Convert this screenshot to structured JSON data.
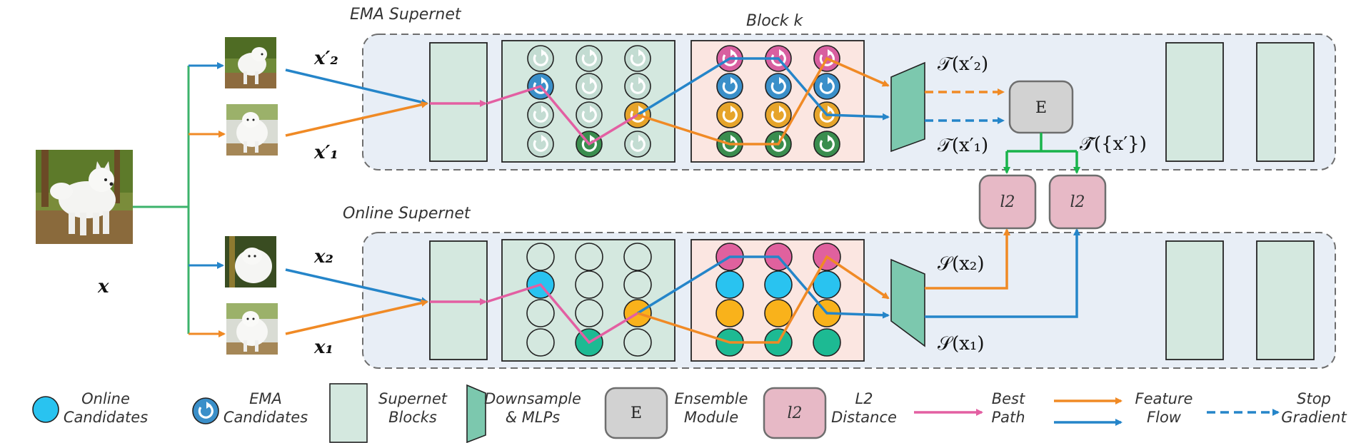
{
  "titles": {
    "ema_supernet": "EMA Supernet",
    "online_supernet": "Online Supernet",
    "block_k": "Block k"
  },
  "inputs": {
    "x": "x",
    "x2_prime": "x′₂",
    "x1_prime": "x′₁",
    "x2": "x₂",
    "x1": "x₁"
  },
  "outputs": {
    "t_x2_prime": "𝒯(x′₂)",
    "t_x1_prime": "𝒯(x′₁)",
    "t_ensemble": "𝒯̂({x′})",
    "s_x2": "𝒮(x₂)",
    "s_x1": "𝒮(x₁)"
  },
  "modules": {
    "ensemble": "E",
    "l2_left": "l2",
    "l2_right": "l2"
  },
  "legend": {
    "online_candidates": [
      "Online",
      "Candidates"
    ],
    "ema_candidates": [
      "EMA",
      "Candidates"
    ],
    "supernet_blocks": [
      "Supernet",
      "Blocks"
    ],
    "downsample_mlps": [
      "Downsample",
      "& MLPs"
    ],
    "ensemble_box": "E",
    "ensemble_module": [
      "Ensemble",
      "Module"
    ],
    "l2_box": "l2",
    "l2_distance": [
      "L2",
      "Distance"
    ],
    "best_path": [
      "Best",
      "Path"
    ],
    "feature_flow": [
      "Feature",
      "Flow"
    ],
    "stop_gradient": [
      "Stop",
      "Gradient"
    ]
  },
  "colors": {
    "panel_bg": "#e8eef6",
    "block_fill": "#d4e8df",
    "block_k_bg": "#fbe6e1",
    "candidate_pink": "#e0619e",
    "candidate_blue": "#29c3f0",
    "candidate_orange": "#f9b21b",
    "candidate_green": "#1dba93",
    "ema_pink": "#d85fa0",
    "ema_blue": "#3a8fc9",
    "ema_orange": "#e6a42a",
    "ema_green": "#3a8d4e",
    "downsample": "#7cc8ae",
    "ensemble_fill": "#d2d2d2",
    "l2_fill": "#e7b9c6",
    "best_path": "#e35fa2",
    "feature_orange": "#f08a25",
    "feature_blue": "#2585c9",
    "green_link": "#3cb36b",
    "ensemble_green": "#19b34b"
  }
}
